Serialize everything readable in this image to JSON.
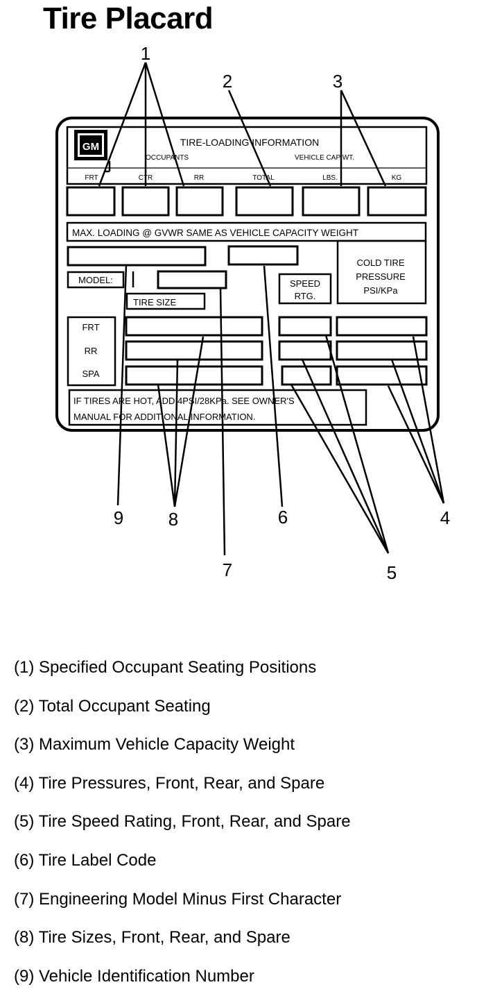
{
  "title": "Tire Placard",
  "placard": {
    "logo": "GM",
    "heading": "TIRE-LOADING INFORMATION",
    "occupants": "OCCUPANTS",
    "vehicle_cap_wt": "VEHICLE CAP WT.",
    "seat_headers": [
      "FRT",
      "CTR",
      "RR",
      "TOTAL",
      "LBS.",
      "KG"
    ],
    "max_loading": "MAX. LOADING @ GVWR SAME AS VEHICLE CAPACITY WEIGHT",
    "cold_tire_pressure": [
      "COLD TIRE",
      "PRESSURE",
      "PSI/KPa"
    ],
    "model": "MODEL:",
    "speed_rating": [
      "SPEED",
      "RTG."
    ],
    "tire_size": "TIRE SIZE",
    "rows": [
      "FRT",
      "RR",
      "SPA"
    ],
    "footer": [
      "IF TIRES ARE HOT, ADD 4PSI/28KPa. SEE OWNER'S",
      "MANUAL FOR ADDITIONAL INFORMATION."
    ]
  },
  "callouts": [
    "1",
    "2",
    "3",
    "4",
    "5",
    "6",
    "7",
    "8",
    "9"
  ],
  "legend": [
    "(1) Specified Occupant Seating Positions",
    "(2) Total Occupant Seating",
    "(3) Maximum Vehicle Capacity Weight",
    "(4) Tire Pressures, Front, Rear, and Spare",
    "(5) Tire Speed Rating, Front, Rear, and Spare",
    "(6) Tire Label Code",
    "(7) Engineering Model Minus First Character",
    "(8) Tire Sizes, Front, Rear, and Spare",
    "(9) Vehicle Identification Number"
  ]
}
